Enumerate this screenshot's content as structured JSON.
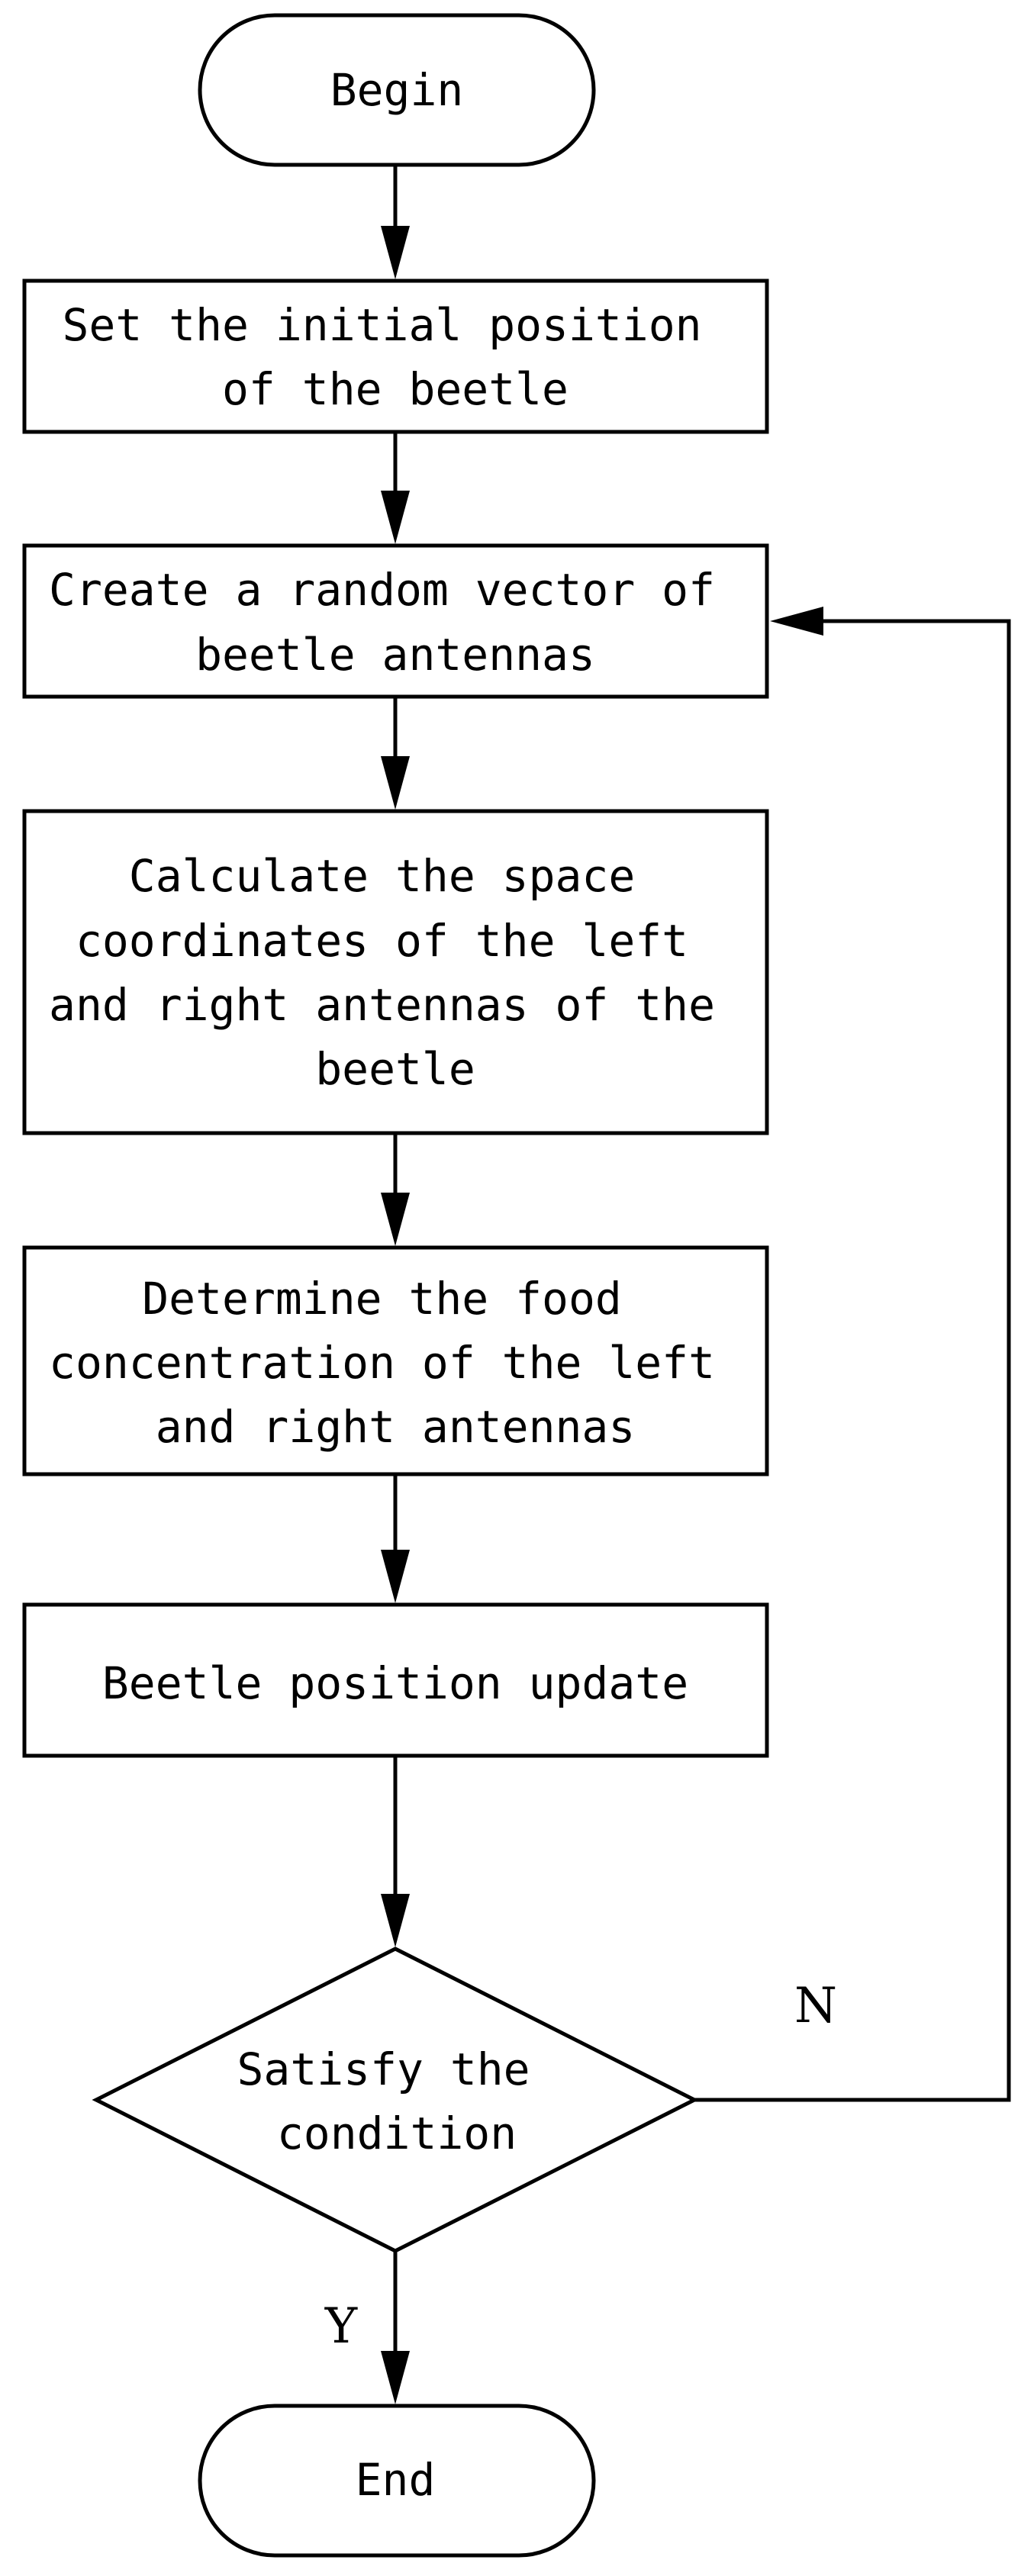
{
  "flowchart": {
    "start": "Begin",
    "steps": [
      [
        "Set the initial position",
        "of the beetle"
      ],
      [
        "Create a random vector of",
        "beetle antennas"
      ],
      [
        "Calculate the space",
        "coordinates of the left",
        "and right antennas of the",
        "beetle"
      ],
      [
        "Determine the food",
        "concentration of the left",
        "and right antennas"
      ],
      [
        "Beetle position update"
      ]
    ],
    "decision": [
      "Satisfy the",
      "condition"
    ],
    "end": "End",
    "yes_label": "Y",
    "no_label": "N"
  }
}
